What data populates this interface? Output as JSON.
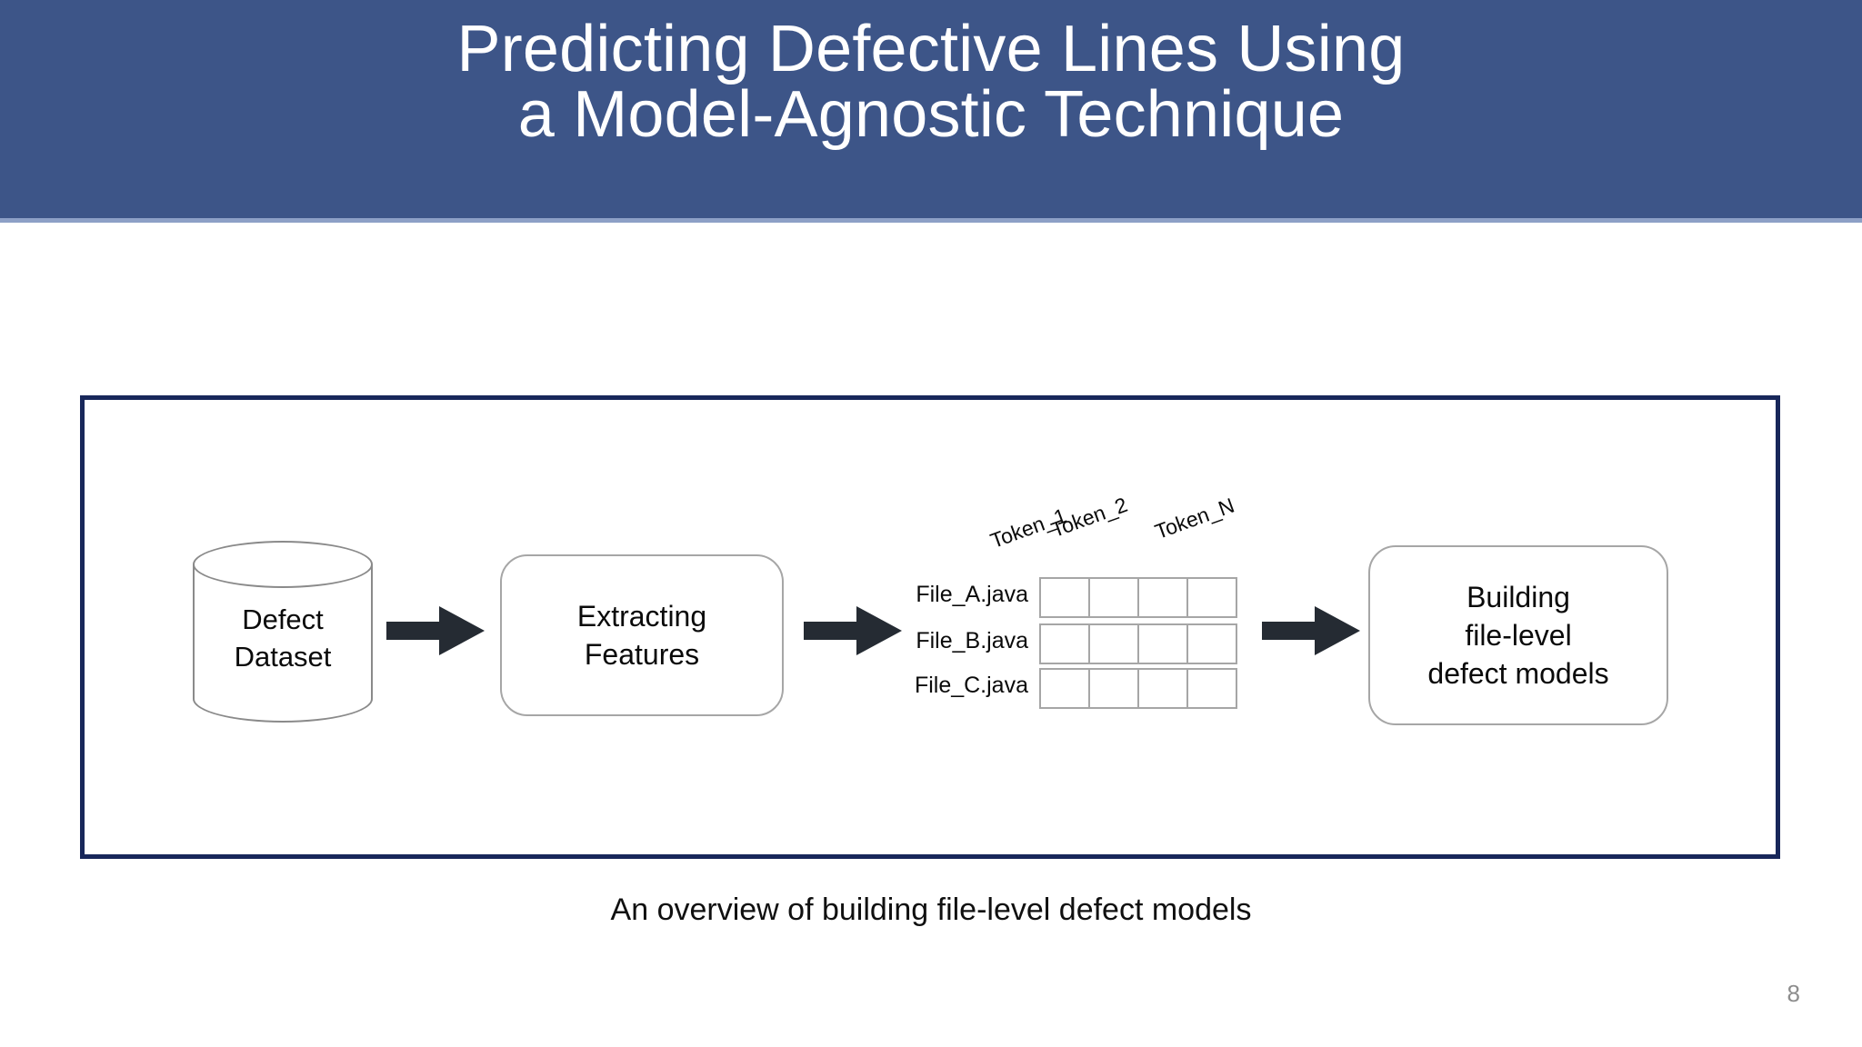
{
  "slide": {
    "title": "Predicting Defective Lines Using\na Model-Agnostic Technique",
    "caption": "An overview of building file-level defect models",
    "page_number": "8"
  },
  "colors": {
    "title_band": "#3d5588",
    "title_band_edge": "#8da0c6",
    "title_text": "#ffffff",
    "frame_border": "#18275a",
    "shape_border": "#a6a6a6",
    "cylinder_border": "#8a8a8a",
    "arrow": "#252b33",
    "body_text": "#0a0a0a",
    "page_number": "#8d8d8d",
    "background": "#ffffff"
  },
  "diagram": {
    "datastore": {
      "label": "Defect\nDataset",
      "shape": "cylinder"
    },
    "steps": [
      {
        "id": "extracting",
        "label": "Extracting\nFeatures",
        "shape": "rounded-rect"
      },
      {
        "id": "building",
        "label": "Building\nfile-level\ndefect models",
        "shape": "rounded-rect"
      }
    ],
    "arrows": [
      {
        "id": "arrow-1",
        "from": "defect-dataset",
        "to": "extracting-features"
      },
      {
        "id": "arrow-2",
        "from": "extracting-features",
        "to": "feature-matrix"
      },
      {
        "id": "arrow-3",
        "from": "feature-matrix",
        "to": "building-models"
      }
    ],
    "feature_matrix": {
      "column_headers": [
        "Token_1",
        "Token_2",
        "Token_N"
      ],
      "row_headers": [
        "File_A.java",
        "File_B.java",
        "File_C.java"
      ],
      "columns": 4,
      "rows": 3,
      "cells": [
        [
          "",
          "",
          "",
          ""
        ],
        [
          "",
          "",
          "",
          ""
        ],
        [
          "",
          "",
          "",
          ""
        ]
      ]
    }
  }
}
